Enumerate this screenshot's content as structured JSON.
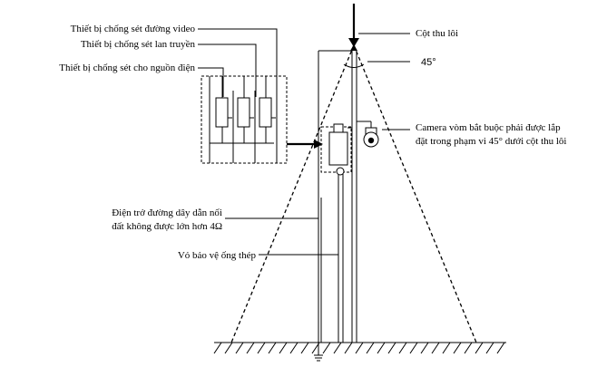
{
  "labels": {
    "video_arrester": "Thiết bị chống sét đường video",
    "signal_arrester": "Thiết bị chống sét lan truyền",
    "power_arrester": "Thiết bị chống sét cho nguồn điện",
    "lightning_rod": "Cột thu lôi",
    "angle": "45°",
    "camera_note_line1": "Camera vòm bắt buộc phải được lắp",
    "camera_note_line2": "đặt trong phạm vi 45° dưới cột thu lôi",
    "resistance_line1": "Điện trở đường dây dẫn nối",
    "resistance_line2": "đất không được lớn hơn 4Ω",
    "steel_pipe": "Vỏ bảo vệ ống thép"
  }
}
